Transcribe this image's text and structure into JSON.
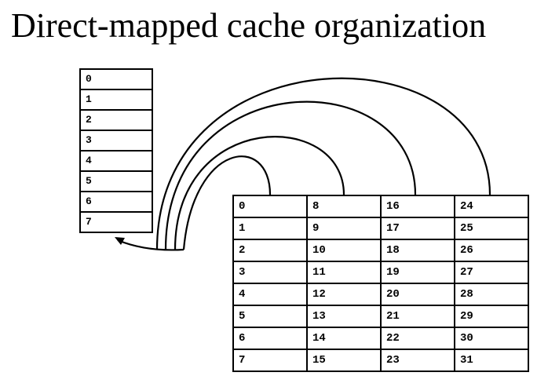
{
  "title": "Direct-mapped cache organization",
  "cache": {
    "rows": [
      "0",
      "1",
      "2",
      "3",
      "4",
      "5",
      "6",
      "7"
    ]
  },
  "memory": {
    "rows": [
      [
        "0",
        "8",
        "16",
        "24"
      ],
      [
        "1",
        "9",
        "17",
        "25"
      ],
      [
        "2",
        "10",
        "18",
        "26"
      ],
      [
        "3",
        "11",
        "19",
        "27"
      ],
      [
        "4",
        "12",
        "20",
        "28"
      ],
      [
        "5",
        "13",
        "21",
        "29"
      ],
      [
        "6",
        "14",
        "22",
        "30"
      ],
      [
        "7",
        "15",
        "23",
        "31"
      ]
    ]
  },
  "colors": {
    "line": "#000000",
    "background": "#ffffff"
  }
}
